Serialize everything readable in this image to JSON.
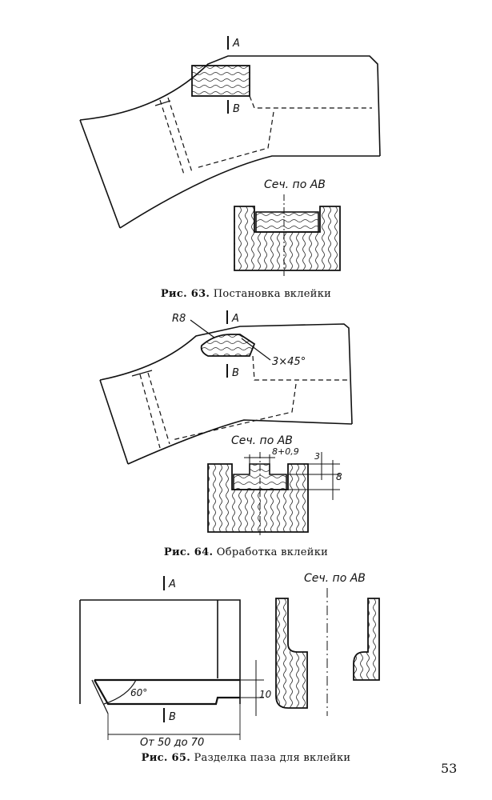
{
  "figures": [
    {
      "id": "fig63",
      "caption_num": "Рис. 63.",
      "caption_text": "Постановка вклейки",
      "labels": {
        "section_a": "A",
        "section_b": "B",
        "section_title": "Сеч. по АВ"
      }
    },
    {
      "id": "fig64",
      "caption_num": "Рис. 64.",
      "caption_text": "Обработка вклейки",
      "labels": {
        "section_a": "A",
        "section_b": "B",
        "radius": "R8",
        "chamfer": "3×45°",
        "section_title": "Сеч. по АВ",
        "width_dim": "8+0,9",
        "dim_3": "3",
        "dim_8": "8"
      }
    },
    {
      "id": "fig65",
      "caption_num": "Рис. 65.",
      "caption_text": "Разделка паза для вклейки",
      "labels": {
        "section_a": "A",
        "section_b": "B",
        "section_title": "Сеч. по АВ",
        "angle": "60°",
        "dim_10": "10",
        "length_dim": "От 50 до 70"
      }
    }
  ],
  "page_number": "53",
  "colors": {
    "ink": "#111111",
    "paper": "#ffffff"
  }
}
